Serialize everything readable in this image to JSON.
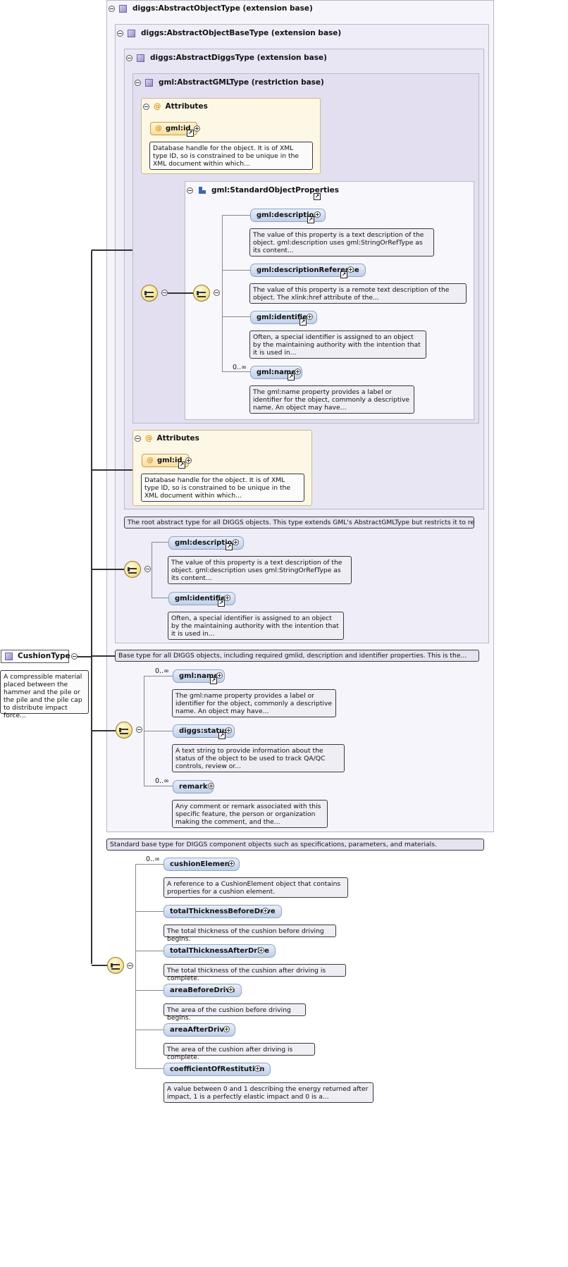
{
  "root": {
    "name": "CushionType",
    "doc": "A compressible material placed between the hammer and the pile or the pile and the pile cap to distribute impact force..."
  },
  "boxes": {
    "abstract_object": {
      "label": "diggs:AbstractObjectType (extension base)",
      "doc": "Standard base type for DIGGS component objects such as specifications, parameters, and materials."
    },
    "abstract_object_base": {
      "label": "diggs:AbstractObjectBaseType (extension base)",
      "doc": "Base type for all DIGGS objects, including required gmlid, description and identifier properties. This is the..."
    },
    "abstract_diggs": {
      "label": "diggs:AbstractDiggsType (extension base)",
      "doc": "The root abstract type for all DIGGS objects. This type extends GML's AbstractGMLType but restricts it to require a..."
    },
    "abstract_gml": {
      "label": "gml:AbstractGMLType (restriction base)"
    },
    "attributes_inner": {
      "label": "Attributes",
      "attr": "gml:id",
      "doc": "Database handle for the object. It is of XML type ID, so is constrained to be unique in the XML document within which..."
    },
    "standard_props": {
      "label": "gml:StandardObjectProperties"
    },
    "attributes_outer": {
      "label": "Attributes",
      "attr": "gml:id",
      "doc": "Database handle for the object. It is of XML type ID, so is constrained to be unique in the XML document within which..."
    }
  },
  "sop_elements": [
    {
      "name": "gml:description",
      "mult": "",
      "doc": "The value of this property is a text description of the object. gml:description uses gml:StringOrRefType as its content..."
    },
    {
      "name": "gml:descriptionReference",
      "mult": "",
      "doc": "The value of this property is a remote text description of the object. The xlink:href attribute of the..."
    },
    {
      "name": "gml:identifier",
      "mult": "",
      "doc": "Often, a special identifier is assigned to an object by the maintaining authority with the intention that it is used in..."
    },
    {
      "name": "gml:name",
      "mult": "0..∞",
      "doc": "The gml:name property provides a label or identifier for the object, commonly a descriptive name. An object may have..."
    }
  ],
  "base_elements": [
    {
      "name": "gml:description",
      "doc": "The value of this property is a text description of the object. gml:description uses gml:StringOrRefType as its content..."
    },
    {
      "name": "gml:identifier",
      "doc": "Often, a special identifier is assigned to an object by the maintaining authority with the intention that it is used in..."
    }
  ],
  "object_elements": [
    {
      "name": "gml:name",
      "mult": "0..∞",
      "doc": "The gml:name property provides a label or identifier for the object, commonly a descriptive name. An object may have..."
    },
    {
      "name": "diggs:status",
      "mult": "",
      "doc": "A text string to provide information about the status of the object to be used to track QA/QC controls, review or..."
    },
    {
      "name": "remark",
      "mult": "0..∞",
      "doc": "Any comment or remark associated with this specific feature, the person or organization making the comment, and the..."
    }
  ],
  "cushion_elements": [
    {
      "name": "cushionElement",
      "mult": "0..∞",
      "doc": "A reference to a CushionElement object that contains properties for a cushion element."
    },
    {
      "name": "totalThicknessBeforeDrive",
      "mult": "",
      "doc": "The total thickness of the cushion before driving begins."
    },
    {
      "name": "totalThicknessAfterDrive",
      "mult": "",
      "doc": "The total thickness of the cushion after driving is complete."
    },
    {
      "name": "areaBeforeDrive",
      "mult": "",
      "doc": "The area of the cushion before driving begins."
    },
    {
      "name": "areaAfterDrive",
      "mult": "",
      "doc": "The area of the cushion after driving is complete."
    },
    {
      "name": "coefficientOfRestitution",
      "mult": "",
      "doc": "A value between 0 and 1 describing the energy returned after impact, 1 is a perfectly elastic impact and 0 is a..."
    }
  ]
}
